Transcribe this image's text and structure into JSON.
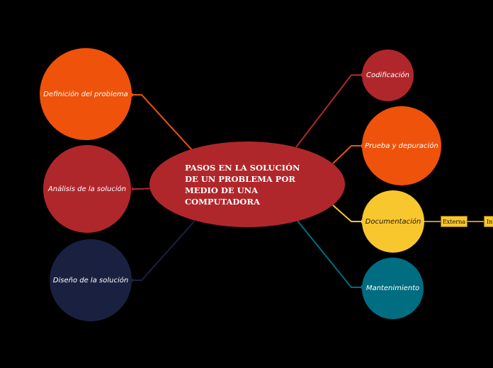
{
  "center": {
    "label": "PASOS  EN LA SOLUCIÓN\nDE UN PROBLEMA POR\nMEDIO DE UNA\nCOMPUTADORA",
    "color": "#b0272b"
  },
  "left_nodes": [
    {
      "label": "Definición del problema",
      "color": "#ef520a",
      "link_color": "#ef520a",
      "text_color": "#ffffff"
    },
    {
      "label": "Análisis de la solución",
      "color": "#b0272b",
      "link_color": "#b0272b",
      "text_color": "#ffffff"
    },
    {
      "label": "Diseño de la solución",
      "color": "#1a2140",
      "link_color": "#1a2140",
      "text_color": "#ffffff"
    }
  ],
  "right_nodes": [
    {
      "label": "Codificación",
      "color": "#b0272b",
      "link_color": "#b0272b",
      "text_color": "#ffffff"
    },
    {
      "label": "Prueba y depuración",
      "color": "#ef520a",
      "link_color": "#ef520a",
      "text_color": "#ffffff"
    },
    {
      "label": "Documentación",
      "color": "#f8c72e",
      "link_color": "#f8c72e",
      "text_color": "#1b1b1b"
    },
    {
      "label": "Mantenimiento",
      "color": "#006d80",
      "link_color": "#006d80",
      "text_color": "#ffffff"
    }
  ],
  "sub_tags": [
    {
      "label": "Externa",
      "color": "#f8c72e"
    },
    {
      "label": "Interna",
      "color": "#f8c72e"
    }
  ]
}
